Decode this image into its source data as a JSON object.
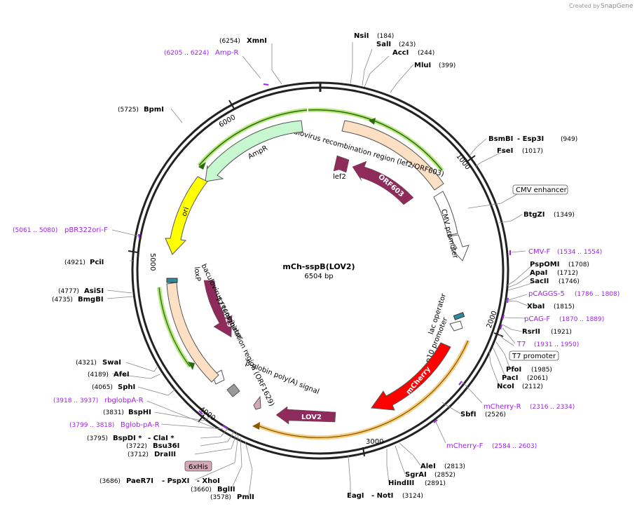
{
  "credit": {
    "prefix": "Created by",
    "brand": "SnapGene"
  },
  "map": {
    "name": "mCh-sspB(LOV2)",
    "length_label": "6504 bp",
    "length_bp": 6504
  },
  "ticks": [
    {
      "bp": 1000,
      "label": "1000"
    },
    {
      "bp": 2000,
      "label": "2000"
    },
    {
      "bp": 3000,
      "label": "3000"
    },
    {
      "bp": 4000,
      "label": "4000"
    },
    {
      "bp": 5000,
      "label": "5000"
    },
    {
      "bp": 6000,
      "label": "6000"
    }
  ],
  "features": [
    {
      "name": "baculovirus-recombination-region-top",
      "label": "baculovirus recombination region (lef2/ORF603)",
      "color": "#fde0c4"
    },
    {
      "name": "lef2",
      "label": "lef2",
      "color": "#8e2b5a"
    },
    {
      "name": "ORF603",
      "label": "ORF603",
      "color": "#8e2b5a"
    },
    {
      "name": "AmpR",
      "label": "AmpR",
      "color": "#c6f7cf"
    },
    {
      "name": "ori",
      "label": "ori",
      "color": "#ffff00"
    },
    {
      "name": "CMV-enhancer",
      "label": "CMV enhancer",
      "color": "#ffffff"
    },
    {
      "name": "CMV-promoter",
      "label": "CMV promoter",
      "color": "#ffffff"
    },
    {
      "name": "lac-operator",
      "label": "lac operator",
      "color": "#2f8a9e"
    },
    {
      "name": "p10-promoter",
      "label": "p10 promoter",
      "color": "#ffffff"
    },
    {
      "name": "T7-promoter",
      "label": "T7 promoter",
      "color": "#ffffff"
    },
    {
      "name": "mCherry",
      "label": "mCherry",
      "color": "#ff0000"
    },
    {
      "name": "LOV2",
      "label": "LOV2",
      "color": "#8e2b5a"
    },
    {
      "name": "ORF1629",
      "label": "ORF1629",
      "color": "#8e2b5a"
    },
    {
      "name": "baculovirus-recombination-region-left",
      "label": "baculovirus recombination region (ORF1629)",
      "color": "#fde0c4"
    },
    {
      "name": "loxP",
      "label": "loxP",
      "color": "#2f8a9e"
    },
    {
      "name": "T7-terminator",
      "label": "T7 terminator",
      "color": "#ffffff"
    },
    {
      "name": "beta-globin-polyA",
      "label": "β-globin poly(A) signal",
      "color": "#999999"
    },
    {
      "name": "6xHis",
      "label": "6xHis",
      "color": "#d7a9b8"
    }
  ],
  "enzymes": [
    {
      "name": "XmnI",
      "pos": "(6254)"
    },
    {
      "name": "NsiI",
      "pos": "(184)"
    },
    {
      "name": "SalI",
      "pos": "(243)"
    },
    {
      "name": "AccI",
      "pos": "(244)"
    },
    {
      "name": "MluI",
      "pos": "(399)"
    },
    {
      "name": "BpmI",
      "pos": "(5725)"
    },
    {
      "name": "BsmBI",
      "pos": "(949)",
      "extra": "- Esp3I"
    },
    {
      "name": "FseI",
      "pos": "(1017)"
    },
    {
      "name": "BtgZI",
      "pos": "(1349)"
    },
    {
      "name": "PciI",
      "pos": "(4921)"
    },
    {
      "name": "PspOMI",
      "pos": "(1708)"
    },
    {
      "name": "ApaI",
      "pos": "(1712)"
    },
    {
      "name": "SacII",
      "pos": "(1746)"
    },
    {
      "name": "AsiSI",
      "pos": "(4777)"
    },
    {
      "name": "BmgBI",
      "pos": "(4735)"
    },
    {
      "name": "XbaI",
      "pos": "(1815)"
    },
    {
      "name": "RsrII",
      "pos": "(1921)"
    },
    {
      "name": "PfoI",
      "pos": "(1985)"
    },
    {
      "name": "PacI",
      "pos": "(2061)"
    },
    {
      "name": "NcoI",
      "pos": "(2112)"
    },
    {
      "name": "SwaI",
      "pos": "(4321)"
    },
    {
      "name": "AfeI",
      "pos": "(4189)"
    },
    {
      "name": "SphI",
      "pos": "(4065)"
    },
    {
      "name": "BspHI",
      "pos": "(3831)"
    },
    {
      "name": "BspDI *",
      "pos": "(3795)",
      "extra": "- ClaI *"
    },
    {
      "name": "Bsu36I",
      "pos": "(3722)"
    },
    {
      "name": "DraIII",
      "pos": "(3712)"
    },
    {
      "name": "SbfI",
      "pos": "(2526)"
    },
    {
      "name": "AleI",
      "pos": "(2813)"
    },
    {
      "name": "SgrAI",
      "pos": "(2852)"
    },
    {
      "name": "HindIII",
      "pos": "(2891)"
    },
    {
      "name": "PaeR7I",
      "pos": "(3686)",
      "extra": "- PspXI   - XhoI"
    },
    {
      "name": "BglII",
      "pos": "(3660)"
    },
    {
      "name": "PmlI",
      "pos": "(3578)"
    },
    {
      "name": "EagI",
      "pos": "(3124)",
      "extra": "- NotI"
    }
  ],
  "primers": [
    {
      "name": "Amp-R",
      "pos": "(6205 .. 6224)"
    },
    {
      "name": "pBR322ori-F",
      "pos": "(5061 .. 5080)"
    },
    {
      "name": "CMV-F",
      "pos": "(1534 .. 1554)"
    },
    {
      "name": "pCAGGS-5",
      "pos": "(1786 .. 1808)"
    },
    {
      "name": "pCAG-F",
      "pos": "(1870 .. 1889)"
    },
    {
      "name": "T7",
      "pos": "(1931 .. 1950)"
    },
    {
      "name": "mCherry-R",
      "pos": "(2316 .. 2334)"
    },
    {
      "name": "mCherry-F",
      "pos": "(2584 .. 2603)"
    },
    {
      "name": "rbglobpA-R",
      "pos": "(3918 .. 3937)"
    },
    {
      "name": "Bglob-pA-R",
      "pos": "(3799 .. 3818)"
    }
  ],
  "colors": {
    "backbone": "#222222",
    "primer": "#a020f0",
    "orf": "#8e2b5a",
    "recomb": "#fde0c4",
    "ampr": "#c6f7cf",
    "ori": "#ffff00",
    "mcherry": "#ff0000",
    "orf_highlight_green": "#99dd44",
    "orf_highlight_orange": "#f3c56b"
  }
}
